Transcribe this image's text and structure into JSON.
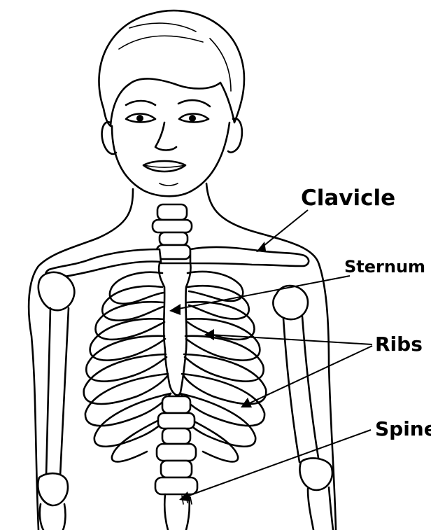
{
  "labels": {
    "clavicle": "Clavicle",
    "sternum": "Sternum",
    "ribs": "Ribs",
    "spine": "Spine"
  },
  "colors": {
    "ink": "#000000",
    "background": "#ffffff"
  }
}
